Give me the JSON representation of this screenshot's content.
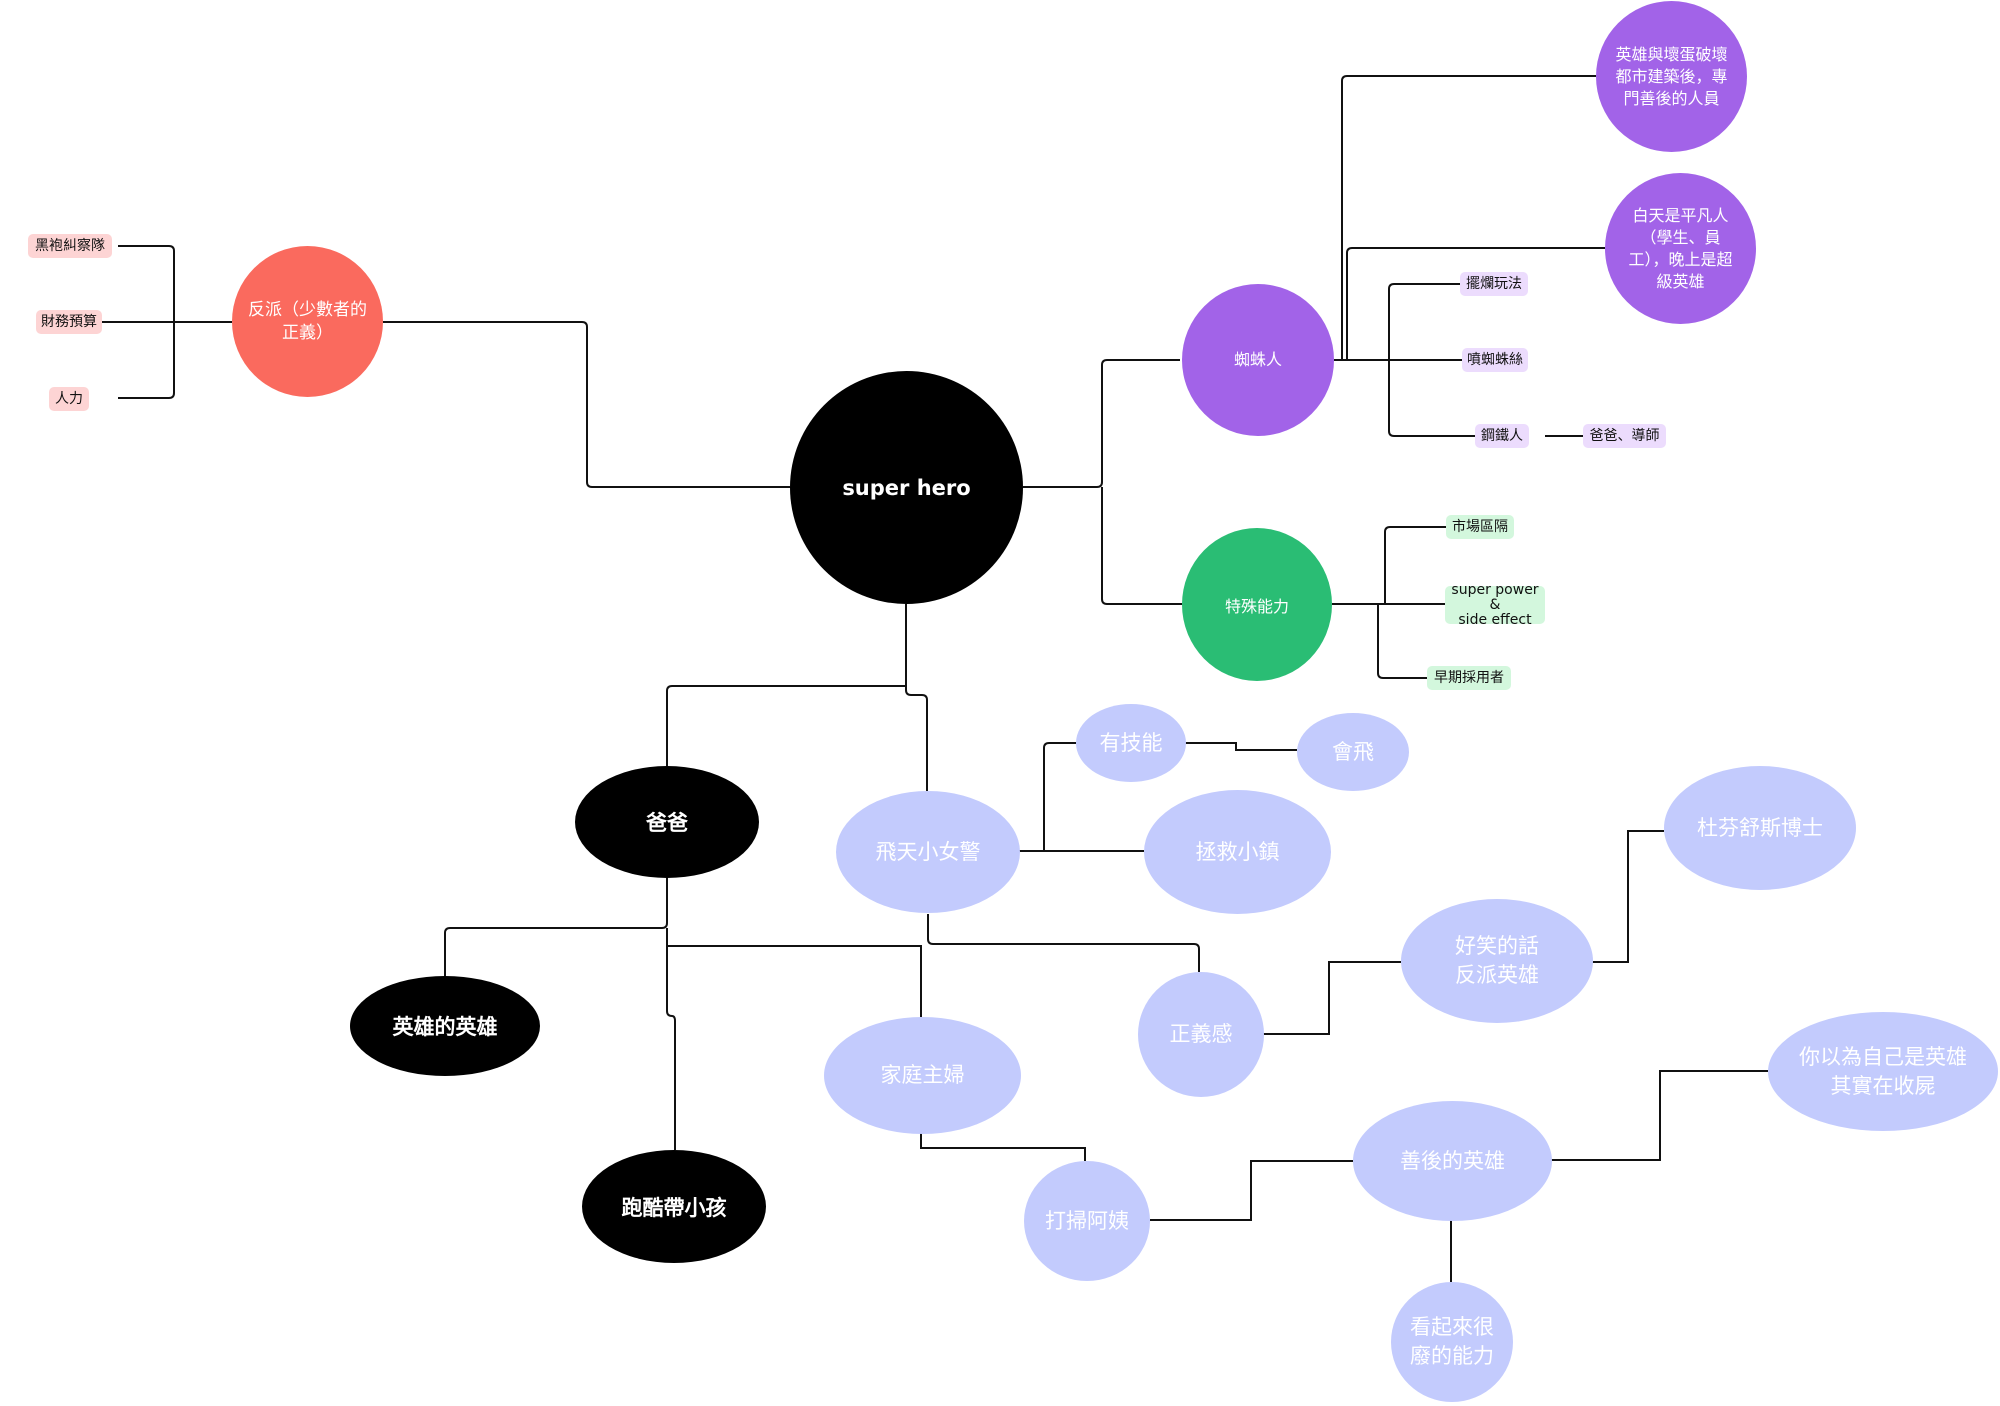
{
  "root": {
    "label": "super hero"
  },
  "opposition": {
    "label": "反派（少數者的\n正義）",
    "items": [
      "黑袍糾察隊",
      "財務預算",
      "人力"
    ]
  },
  "spiderman": {
    "label": "蜘蛛人",
    "cleanup_crew": "英雄與壞蛋破壞\n都市建築後，專\n門善後的人員",
    "double_life": "白天是平凡人\n（學生、員\n工），晚上是超\n級英雄",
    "tags": [
      "擺爛玩法",
      "噴蜘蛛絲",
      "鋼鐵人"
    ],
    "ironman_child": "爸爸、導師"
  },
  "powers": {
    "label": "特殊能力",
    "tags": [
      "市場區隔",
      "super power &\nside effect",
      "早期採用者"
    ]
  },
  "dad": {
    "label": "爸爸",
    "children": [
      "英雄的英雄",
      "跑酷帶小孩"
    ]
  },
  "flying_girl": {
    "label": "飛天小女警",
    "skill": "有技能",
    "fly": "會飛",
    "save": "拯救小鎮",
    "justice": "正義感",
    "funny": "好笑的話\n反派英雄",
    "doof": "杜芬舒斯博士"
  },
  "housewife": {
    "label": "家庭主婦",
    "cleaner": "打掃阿姨",
    "aftermath": "善後的英雄",
    "useless": "看起來很\n廢的能力",
    "corpse": "你以為自己是英雄\n其實在收屍"
  }
}
